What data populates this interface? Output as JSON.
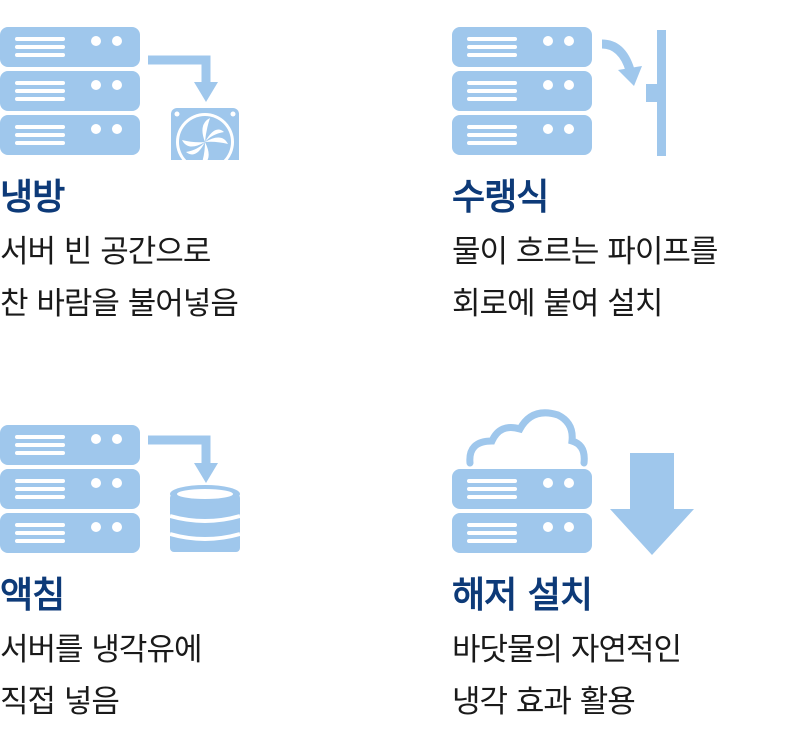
{
  "colors": {
    "icon": "#9fc7ec",
    "title": "#0d3a78",
    "text": "#1a1a1a"
  },
  "items": [
    {
      "icon": "server-to-fan-icon",
      "title": "냉방",
      "lines": [
        "서버 빈 공간으로",
        "찬 바람을 불어넣음"
      ]
    },
    {
      "icon": "server-water-pipe-icon",
      "title": "수랭식",
      "lines": [
        "물이 흐르는 파이프를",
        "회로에 붙여 설치"
      ]
    },
    {
      "icon": "server-to-coolant-icon",
      "title": "액침",
      "lines": [
        "서버를 냉각유에",
        "직접 넣음"
      ]
    },
    {
      "icon": "server-undersea-icon",
      "title": "해저 설치",
      "lines": [
        "바닷물의 자연적인",
        "냉각 효과 활용"
      ]
    }
  ]
}
